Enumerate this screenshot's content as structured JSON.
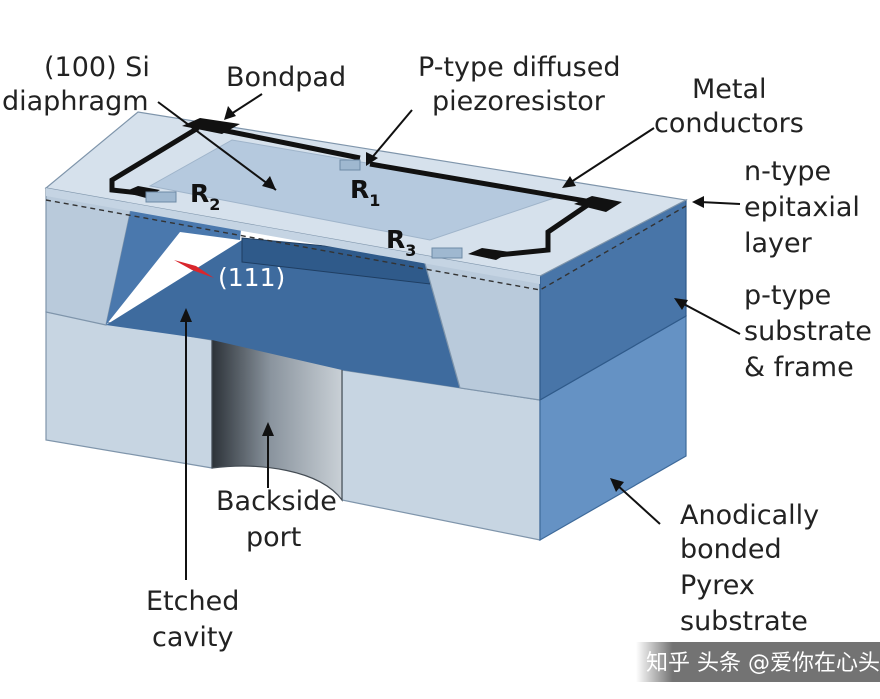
{
  "labels": {
    "si_diaphragm_1": "(100) Si",
    "si_diaphragm_2": "diaphragm",
    "bondpad": "Bondpad",
    "piezo_1": "P-type diffused",
    "piezo_2": "piezoresistor",
    "metal_1": "Metal",
    "metal_2": "conductors",
    "ntype_1": "n-type",
    "ntype_2": "epitaxial",
    "ntype_3": "layer",
    "ptype_1": "p-type",
    "ptype_2": "substrate",
    "ptype_3": "& frame",
    "anod_1": "Anodically",
    "anod_2": "bonded",
    "anod_3": "Pyrex",
    "anod_4": "substrate",
    "backside_1": "Backside",
    "backside_2": "port",
    "etched_1": "Etched",
    "etched_2": "cavity",
    "crystal_plane": "(111)"
  },
  "resistors": {
    "r1": "R",
    "r1_sub": "1",
    "r2": "R",
    "r2_sub": "2",
    "r3": "R",
    "r3_sub": "3"
  },
  "watermark": "知乎 头条 @爱你在心头",
  "colors": {
    "top_face": "#d6e1ec",
    "diaphragm": "#b5c9de",
    "front_light": "#b9cadb",
    "cavity_dark": "#3e6b9e",
    "side_dark": "#4875a8",
    "pyrex_front": "#c7d5e2",
    "pyrex_side": "#6592c4",
    "metal": "#111111",
    "crystal_mark": "#d9262c"
  }
}
